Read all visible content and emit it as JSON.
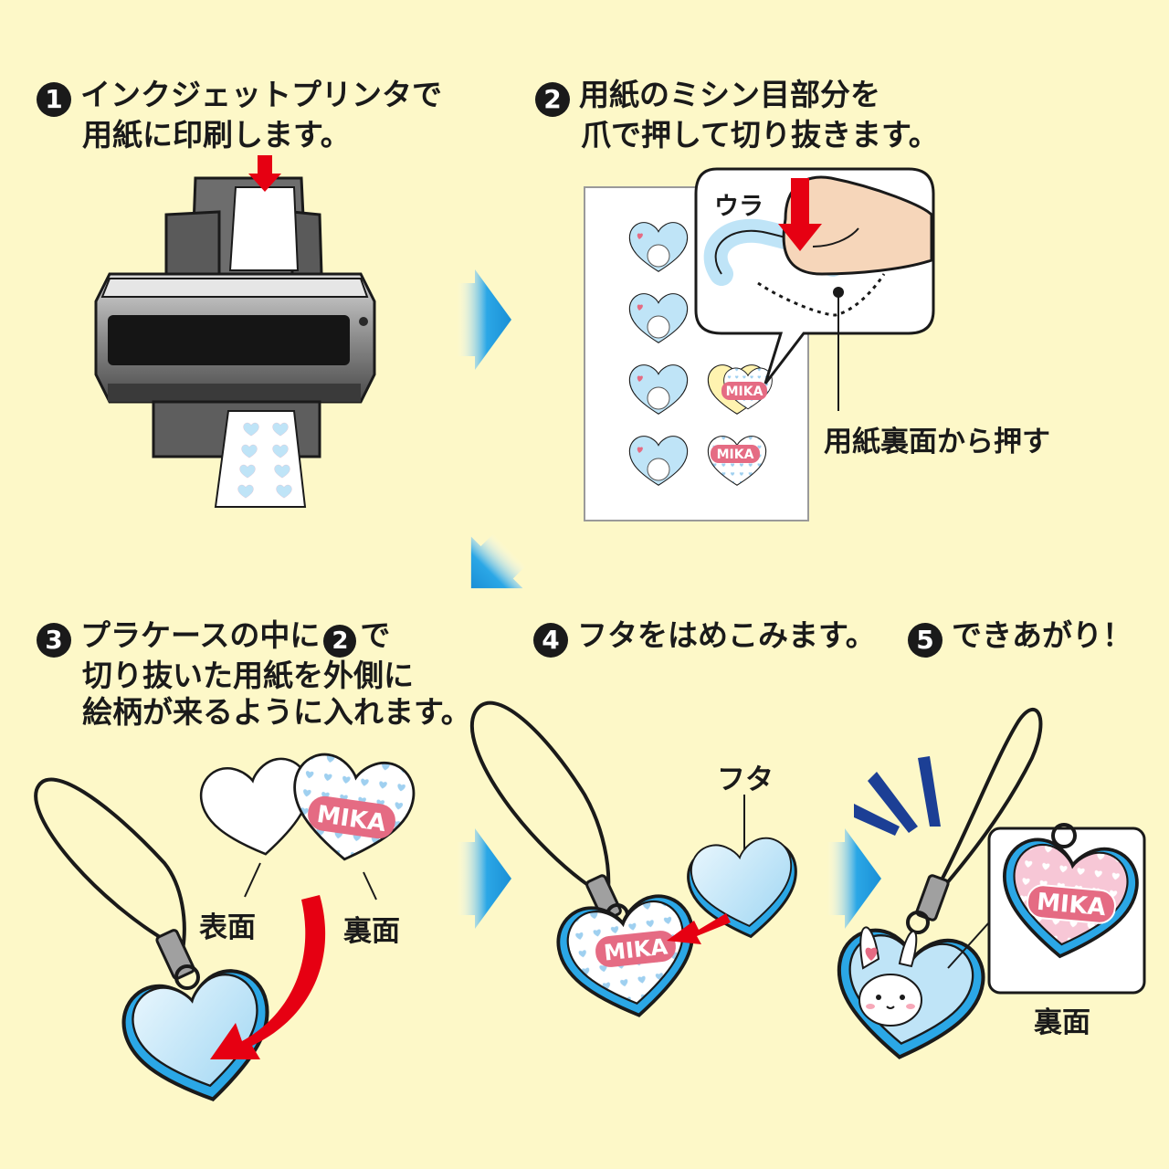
{
  "steps": [
    {
      "num": "1",
      "lines": [
        "インクジェットプリンタで",
        "用紙に印刷します。"
      ]
    },
    {
      "num": "2",
      "lines": [
        "用紙のミシン目部分を",
        "爪で押して切り抜きます。"
      ]
    },
    {
      "num": "3",
      "line1": "プラケースの中に",
      "line1_num": "2",
      "line1_end": "で",
      "lines": [
        "切り抜いた用紙を外側に",
        "絵柄が来るように入れます。"
      ]
    },
    {
      "num": "4",
      "lines": [
        "フタをはめこみます。"
      ]
    },
    {
      "num": "5",
      "lines": [
        "できあがり！"
      ]
    }
  ],
  "labels": {
    "ura": "ウラ",
    "press_from_back": "用紙裏面から押す",
    "front": "表面",
    "back_3": "裏面",
    "lid": "フタ",
    "back_5": "裏面"
  },
  "name_tag": "MIKA",
  "colors": {
    "background": "#fdf8c8",
    "arrow_blue": "#2ba7e6",
    "arrow_red": "#e60012",
    "badge_dark": "#1a1a1a",
    "heart_blue": "#bfe4f7",
    "name_pink": "#e56b83"
  },
  "icons": [
    "printer-icon",
    "heart-keychain-icon",
    "finger-press-icon",
    "step-arrow-icon"
  ]
}
